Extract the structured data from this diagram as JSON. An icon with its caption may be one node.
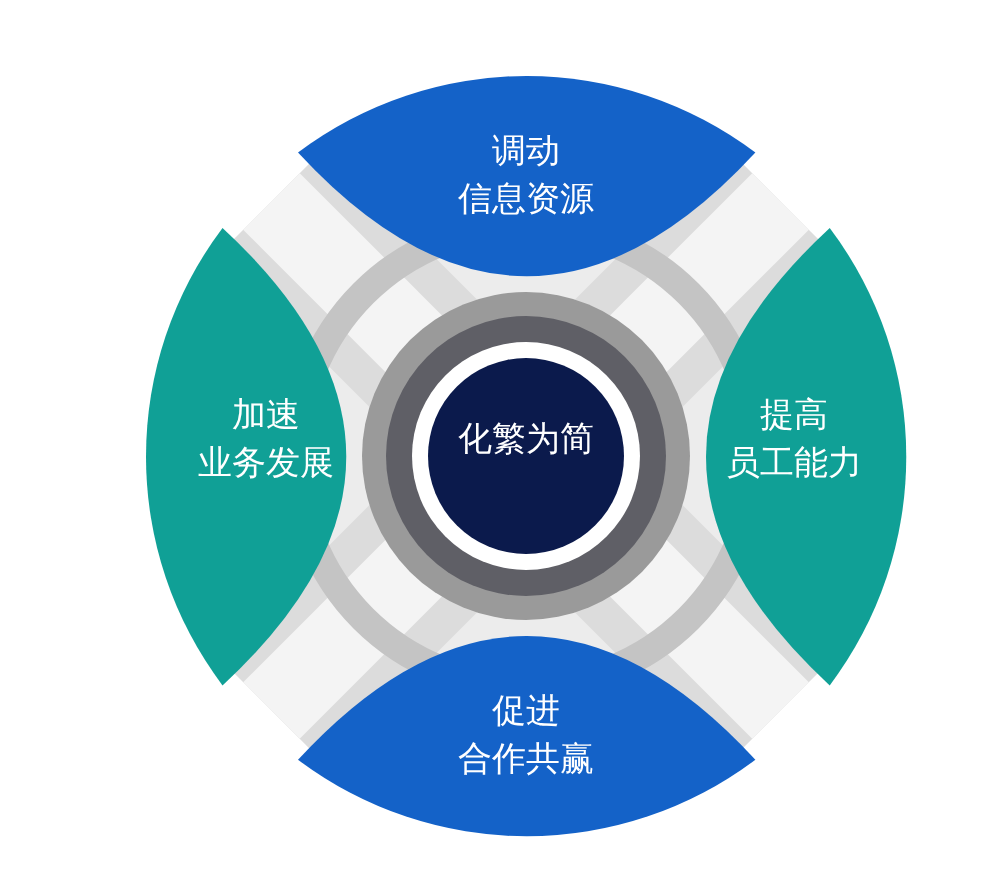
{
  "diagram": {
    "nodes": [
      {
        "text": [
          "调动信息资源"
        ]
      },
      {
        "text": [
          "加速业务发展"
        ]
      },
      {
        "text": [
          "化繁为简"
        ]
      },
      {
        "text": [
          "提高员工能力"
        ]
      },
      {
        "text": [
          "促进合作共赢"
        ]
      }
    ]
  }
}
